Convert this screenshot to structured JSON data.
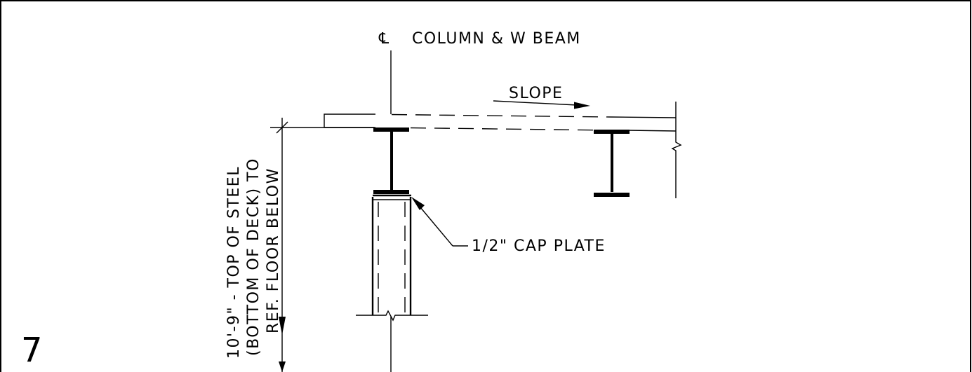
{
  "labels": {
    "centerline_symbol": "℄",
    "centerline": "COLUMN & W BEAM",
    "slope": "SLOPE",
    "cap_plate": "1/2\" CAP PLATE",
    "elevation_line1": "10'-9\" - TOP OF STEEL",
    "elevation_line2": "(BOTTOM OF DECK) TO",
    "elevation_line3": "REF. FLOOR BELOW",
    "detail_number": "7"
  }
}
